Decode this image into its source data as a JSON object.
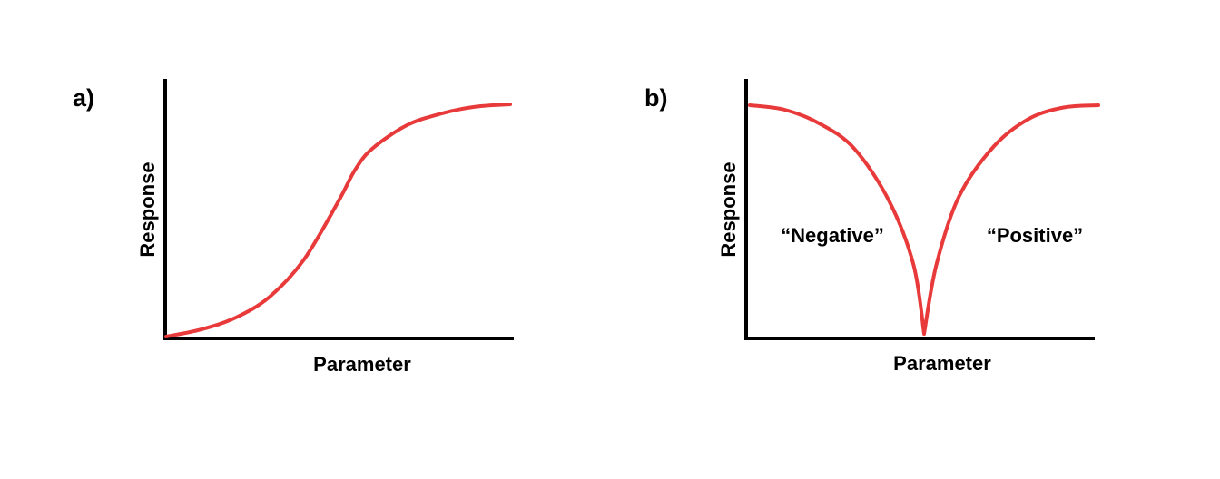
{
  "chart_data": [
    {
      "panel": "a)",
      "type": "line",
      "xlabel": "Parameter",
      "ylabel": "Response",
      "shape": "sigmoid",
      "xlim": [
        0,
        1
      ],
      "ylim": [
        0,
        1
      ],
      "series": [
        {
          "color": "#e83a3a",
          "x": [
            0,
            0.1,
            0.2,
            0.3,
            0.4,
            0.5,
            0.55,
            0.6,
            0.7,
            0.8,
            0.9,
            1.0
          ],
          "y": [
            0.0,
            0.03,
            0.08,
            0.17,
            0.33,
            0.58,
            0.72,
            0.81,
            0.91,
            0.96,
            0.99,
            1.0
          ]
        }
      ],
      "annotations": []
    },
    {
      "panel": "b)",
      "type": "line",
      "xlabel": "Parameter",
      "ylabel": "Response",
      "shape": "inverted-cusp",
      "xlim": [
        0,
        1
      ],
      "ylim": [
        0,
        1
      ],
      "series": [
        {
          "color": "#e83a3a",
          "x": [
            0,
            0.1,
            0.2,
            0.3,
            0.4,
            0.47,
            0.5,
            0.535,
            0.6,
            0.7,
            0.8,
            0.9,
            1.0
          ],
          "y": [
            1.0,
            0.98,
            0.92,
            0.81,
            0.58,
            0.3,
            0.0,
            0.3,
            0.6,
            0.82,
            0.94,
            0.99,
            1.0
          ]
        }
      ],
      "annotations": [
        {
          "text": "“Negative”",
          "side": "left"
        },
        {
          "text": "“Positive”",
          "side": "right"
        }
      ]
    }
  ]
}
